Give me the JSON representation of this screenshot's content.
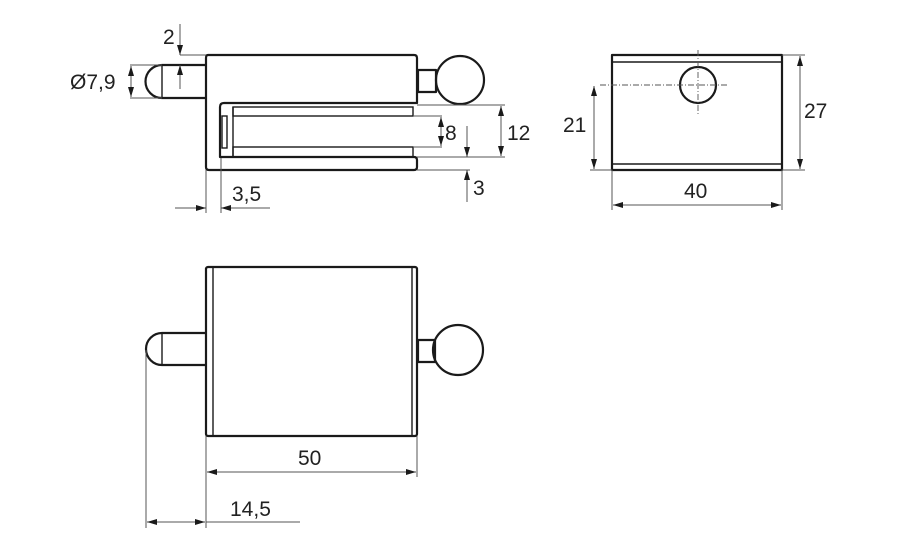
{
  "title": "Sliding bolt technical drawing",
  "views": {
    "side": {
      "dims": {
        "offset": "2",
        "pin_diameter": "Ø7,9",
        "slot_inner": "8",
        "slot_outer": "12",
        "flange": "3",
        "wall": "3,5"
      }
    },
    "end": {
      "dims": {
        "hole_height": "21",
        "height": "27",
        "width": "40"
      }
    },
    "top": {
      "dims": {
        "length": "50",
        "pin_projection": "14,5"
      }
    }
  }
}
